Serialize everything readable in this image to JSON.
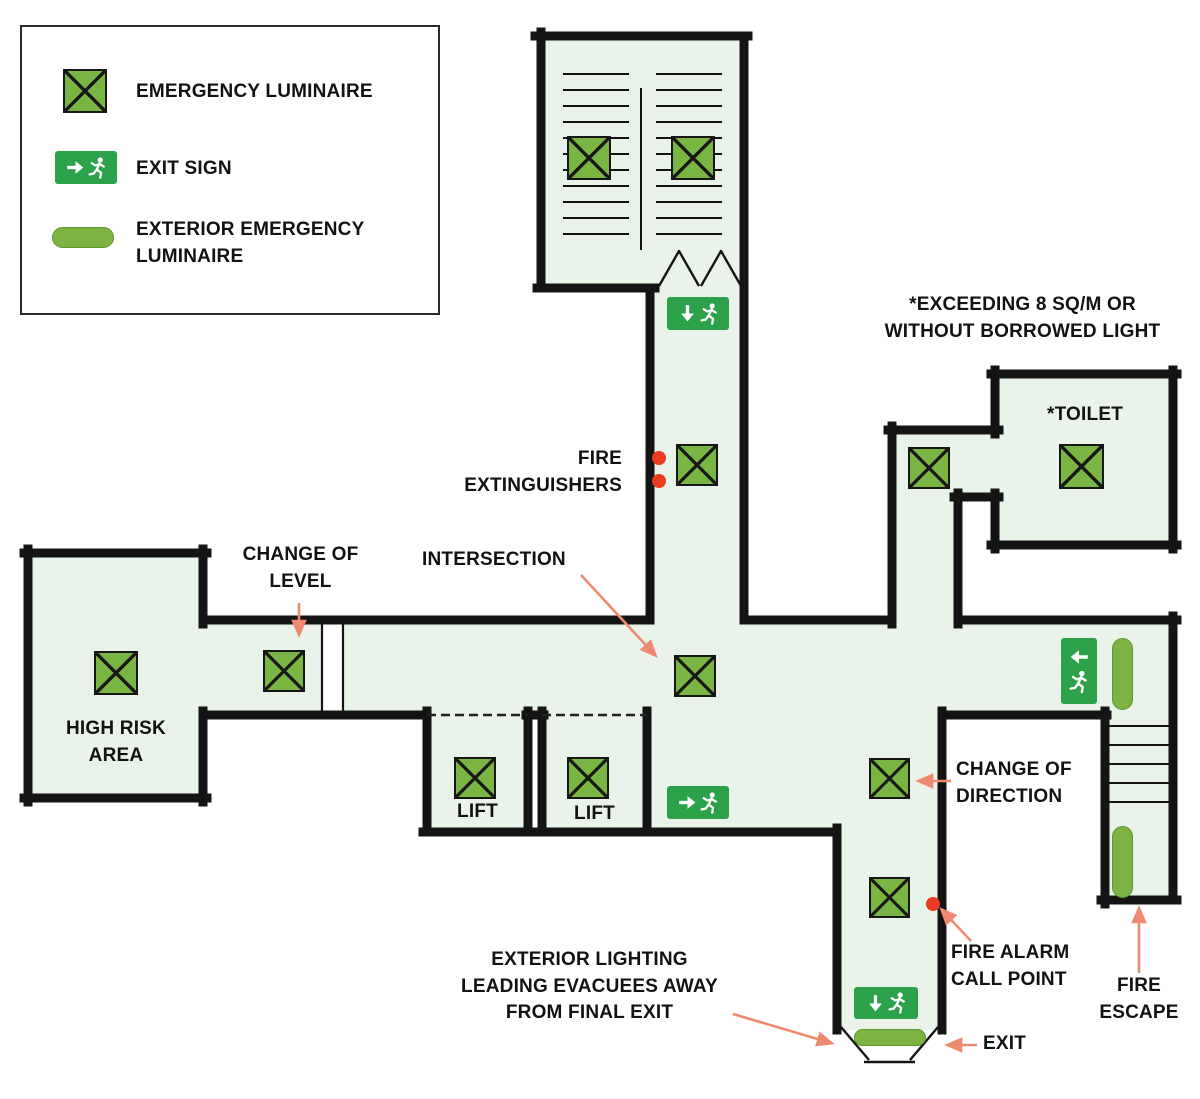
{
  "colors": {
    "floor": "#e9f3ea",
    "wall": "#141414",
    "luminaire_green": "#79b542",
    "exit_sign_green": "#2ba24a",
    "pill_green": "#7cb342",
    "alarm_red": "#e83b20",
    "annotation_arrow": "#ef8a70"
  },
  "legend": {
    "items": [
      {
        "id": "emergency-luminaire",
        "label": "EMERGENCY LUMINAIRE"
      },
      {
        "id": "exit-sign",
        "label": "EXIT SIGN"
      },
      {
        "id": "exterior-emergency-luminaire",
        "label": "EXTERIOR EMERGENCY\nLUMINAIRE"
      }
    ]
  },
  "annotations": {
    "exceeding_note": "*EXCEEDING 8 SQ/M OR\nWITHOUT BORROWED LIGHT",
    "toilet": "*TOILET",
    "fire_extinguishers": "FIRE\nEXTINGUISHERS",
    "intersection": "INTERSECTION",
    "change_of_level": "CHANGE OF\nLEVEL",
    "high_risk_area": "HIGH RISK\nAREA",
    "lift": "LIFT",
    "change_of_direction": "CHANGE OF\nDIRECTION",
    "fire_alarm_call_point": "FIRE ALARM\nCALL POINT",
    "exterior_lighting": "EXTERIOR LIGHTING\nLEADING EVACUEES AWAY\nFROM FINAL EXIT",
    "exit": "EXIT",
    "fire_escape": "FIRE\nESCAPE"
  }
}
